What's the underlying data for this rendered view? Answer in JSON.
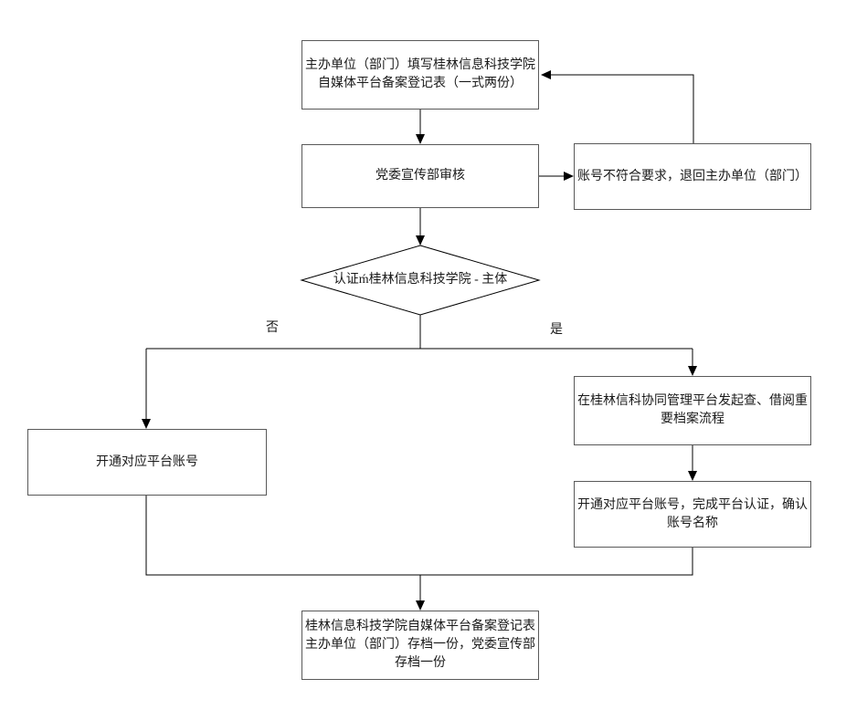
{
  "diagram": {
    "type": "flowchart",
    "colors": {
      "background": "#ffffff",
      "connector_line": "#000000",
      "box_border": "#595959",
      "text": "#1a1a1a"
    },
    "nodes": {
      "fill_form": {
        "label": "主办单位（部门）填写桂林信息科技学院自媒体平台备案登记表（一式两份）"
      },
      "review": {
        "label": "党委宣传部审核"
      },
      "reject": {
        "label": "账号不符合要求，退回主办单位（部门）"
      },
      "decision": {
        "label": "认证ḿ桂林信息科技学院 - 主体"
      },
      "open_account": {
        "label": "开通对应平台账号"
      },
      "initiate_process": {
        "label": "在桂林信科协同管理平台发起查、借阅重要档案流程"
      },
      "open_and_certify": {
        "label": "开通对应平台账号，完成平台认证，确认账号名称"
      },
      "archive": {
        "label": "桂林信息科技学院自媒体平台备案登记表主办单位（部门）存档一份，党委宣传部存档一份"
      }
    },
    "branch_labels": {
      "no": "否",
      "yes": "是"
    },
    "edges": [
      {
        "from": "fill_form",
        "to": "review"
      },
      {
        "from": "review",
        "to": "reject"
      },
      {
        "from": "reject",
        "to": "fill_form"
      },
      {
        "from": "review",
        "to": "decision"
      },
      {
        "from": "decision",
        "to": "open_account",
        "label": "否"
      },
      {
        "from": "decision",
        "to": "initiate_process",
        "label": "是"
      },
      {
        "from": "initiate_process",
        "to": "open_and_certify"
      },
      {
        "from": "open_account",
        "to": "archive"
      },
      {
        "from": "open_and_certify",
        "to": "archive"
      }
    ]
  }
}
